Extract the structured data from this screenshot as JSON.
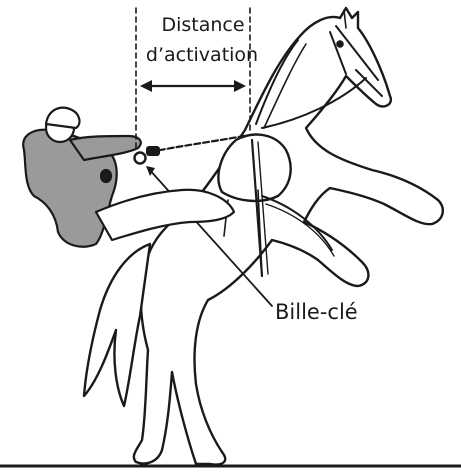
{
  "labels": {
    "distance_line1": "Distance",
    "distance_line2": "d’activation",
    "key_ball": "Bille-clé"
  },
  "colors": {
    "ink": "#1a1a1a",
    "rider_fill": "#9a9a9a",
    "horse_fill": "#ffffff"
  }
}
